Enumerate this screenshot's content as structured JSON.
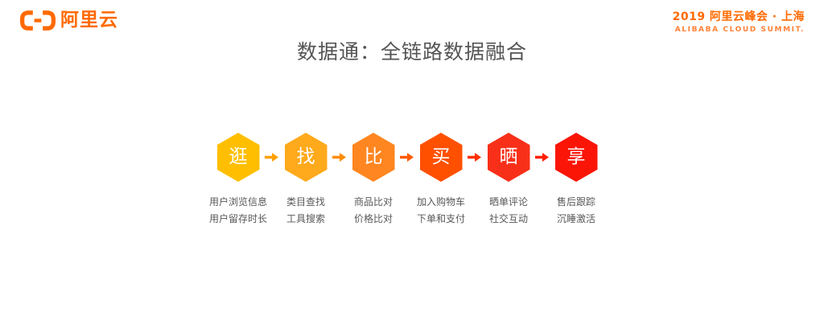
{
  "header": {
    "logo_text": "阿里云",
    "brand_color": "#FF6A00",
    "event_line1": "2019 阿里云峰会 · 上海",
    "event_line2": "ALIBABA CLOUD SUMMIT."
  },
  "title": "数据通：全链路数据融合",
  "flow": {
    "steps": [
      {
        "char": "逛",
        "color": "#FFBF00",
        "lines": [
          "用户浏览信息",
          "用户留存时长"
        ]
      },
      {
        "char": "找",
        "color": "#FFA91C",
        "lines": [
          "类目查找",
          "工具搜索"
        ]
      },
      {
        "char": "比",
        "color": "#FF8620",
        "lines": [
          "商品比对",
          "价格比对"
        ]
      },
      {
        "char": "买",
        "color": "#FF5000",
        "lines": [
          "加入购物车",
          "下单和支付"
        ]
      },
      {
        "char": "晒",
        "color": "#F93019",
        "lines": [
          "晒单评论",
          "社交互动"
        ]
      },
      {
        "char": "享",
        "color": "#FB1507",
        "lines": [
          "售后跟踪",
          "沉睡激活"
        ]
      }
    ],
    "arrow_colors": [
      "#FFA000",
      "#FF8C00",
      "#FF5A00",
      "#FF3000",
      "#FF1E00"
    ]
  },
  "colors": {
    "title_gray": "#545454",
    "label_gray": "#595757"
  }
}
